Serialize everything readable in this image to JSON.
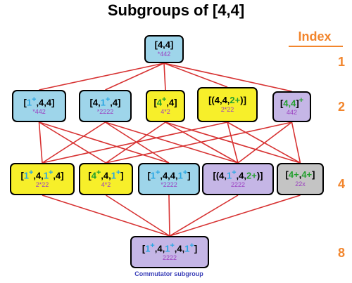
{
  "title": "Subgroups of [4,4]",
  "index_header": "Index",
  "index_levels": [
    "1",
    "2",
    "4",
    "8"
  ],
  "caption": "Commutator subgroup",
  "colors": {
    "line": "#d73232",
    "index": "#f2852c",
    "orbifold": "#9b3fc0",
    "plus_blue": "#2aa7e3",
    "plus_green": "#24a02e",
    "caption": "#3a3fb8",
    "node_blue": "#9ed5ea",
    "node_yellow": "#f7ef2a",
    "node_purple": "#c5b6e6",
    "node_gray": "#c4c4c4"
  },
  "nodes": [
    {
      "id": "n44",
      "level": "1",
      "fill": "#9ed5ea",
      "label": [
        {
          "t": "[4,4]",
          "c": ""
        }
      ],
      "orbifold": "*442"
    },
    {
      "id": "n1p44",
      "level": "2",
      "fill": "#9ed5ea",
      "label": [
        {
          "t": "[",
          "c": ""
        },
        {
          "t": "1",
          "c": "blue"
        },
        {
          "t": "+",
          "c": "blue",
          "sup": true
        },
        {
          "t": ",4,4]",
          "c": ""
        }
      ],
      "orbifold": "*442"
    },
    {
      "id": "n41p4",
      "level": "2",
      "fill": "#9ed5ea",
      "label": [
        {
          "t": "[4,",
          "c": ""
        },
        {
          "t": "1",
          "c": "blue"
        },
        {
          "t": "+",
          "c": "blue",
          "sup": true
        },
        {
          "t": ",4]",
          "c": ""
        }
      ],
      "orbifold": "*2222"
    },
    {
      "id": "n4p4",
      "level": "2",
      "fill": "#f7ef2a",
      "label": [
        {
          "t": "[",
          "c": ""
        },
        {
          "t": "4",
          "c": "green"
        },
        {
          "t": "+",
          "c": "green",
          "sup": true
        },
        {
          "t": ",4]",
          "c": ""
        }
      ],
      "orbifold": "4*2"
    },
    {
      "id": "n442p",
      "level": "2",
      "fill": "#f7ef2a",
      "label": [
        {
          "t": "[(4,4,",
          "c": ""
        },
        {
          "t": "2+",
          "c": "green"
        },
        {
          "t": ")]",
          "c": ""
        }
      ],
      "orbifold": "2*22"
    },
    {
      "id": "n44p",
      "level": "2",
      "fill": "#c5b6e6",
      "label": [
        {
          "t": "[",
          "c": ""
        },
        {
          "t": "4,4",
          "c": "green"
        },
        {
          "t": "]",
          "c": ""
        },
        {
          "t": "+",
          "c": "green",
          "sup": true
        }
      ],
      "orbifold": "442"
    },
    {
      "id": "n1p41p4",
      "level": "4",
      "fill": "#f7ef2a",
      "label": [
        {
          "t": "[",
          "c": ""
        },
        {
          "t": "1",
          "c": "blue"
        },
        {
          "t": "+",
          "c": "blue",
          "sup": true
        },
        {
          "t": ",4,",
          "c": ""
        },
        {
          "t": "1",
          "c": "blue"
        },
        {
          "t": "+",
          "c": "blue",
          "sup": true
        },
        {
          "t": ",4]",
          "c": ""
        }
      ],
      "orbifold": "2*22"
    },
    {
      "id": "n4p41p",
      "level": "4",
      "fill": "#f7ef2a",
      "label": [
        {
          "t": "[",
          "c": ""
        },
        {
          "t": "4",
          "c": "green"
        },
        {
          "t": "+",
          "c": "green",
          "sup": true
        },
        {
          "t": ",4,",
          "c": ""
        },
        {
          "t": "1",
          "c": "blue"
        },
        {
          "t": "+",
          "c": "blue",
          "sup": true
        },
        {
          "t": "]",
          "c": ""
        }
      ],
      "orbifold": "4*2"
    },
    {
      "id": "n1p441p",
      "level": "4",
      "fill": "#9ed5ea",
      "label": [
        {
          "t": "[",
          "c": ""
        },
        {
          "t": "1",
          "c": "blue"
        },
        {
          "t": "+",
          "c": "blue",
          "sup": true
        },
        {
          "t": ",4,4,",
          "c": ""
        },
        {
          "t": "1",
          "c": "blue"
        },
        {
          "t": "+",
          "c": "blue",
          "sup": true
        },
        {
          "t": "]",
          "c": ""
        }
      ],
      "orbifold": "*2222"
    },
    {
      "id": "n41p42p",
      "level": "4",
      "fill": "#c5b6e6",
      "label": [
        {
          "t": "[(4,",
          "c": ""
        },
        {
          "t": "1",
          "c": "blue"
        },
        {
          "t": "+",
          "c": "blue",
          "sup": true
        },
        {
          "t": ",4,",
          "c": ""
        },
        {
          "t": "2+",
          "c": "green"
        },
        {
          "t": ")]",
          "c": ""
        }
      ],
      "orbifold": "2222"
    },
    {
      "id": "n4p4p",
      "level": "4",
      "fill": "#c4c4c4",
      "label": [
        {
          "t": "[",
          "c": ""
        },
        {
          "t": "4+",
          "c": "green"
        },
        {
          "t": ",",
          "c": ""
        },
        {
          "t": "4+",
          "c": "green"
        },
        {
          "t": "]",
          "c": ""
        }
      ],
      "orbifold": "22x"
    },
    {
      "id": "ncomm",
      "level": "8",
      "fill": "#c5b6e6",
      "label": [
        {
          "t": "[",
          "c": ""
        },
        {
          "t": "1",
          "c": "blue"
        },
        {
          "t": "+",
          "c": "blue",
          "sup": true
        },
        {
          "t": ",4,",
          "c": ""
        },
        {
          "t": "1",
          "c": "blue"
        },
        {
          "t": "+",
          "c": "blue",
          "sup": true
        },
        {
          "t": ",4,",
          "c": ""
        },
        {
          "t": "1",
          "c": "blue"
        },
        {
          "t": "+",
          "c": "blue",
          "sup": true
        },
        {
          "t": "]",
          "c": ""
        }
      ],
      "orbifold": "2222"
    }
  ],
  "edges": [
    [
      "n44",
      "n1p44"
    ],
    [
      "n44",
      "n41p4"
    ],
    [
      "n44",
      "n4p4"
    ],
    [
      "n44",
      "n442p"
    ],
    [
      "n44",
      "n44p"
    ],
    [
      "n1p44",
      "n1p41p4"
    ],
    [
      "n1p44",
      "n4p41p"
    ],
    [
      "n1p44",
      "n1p441p"
    ],
    [
      "n41p4",
      "n1p41p4"
    ],
    [
      "n41p4",
      "n1p441p"
    ],
    [
      "n41p4",
      "n41p42p"
    ],
    [
      "n4p4",
      "n4p41p"
    ],
    [
      "n4p4",
      "n41p42p"
    ],
    [
      "n4p4",
      "n4p4p"
    ],
    [
      "n442p",
      "n1p41p4"
    ],
    [
      "n442p",
      "n41p42p"
    ],
    [
      "n442p",
      "n4p4p"
    ],
    [
      "n44p",
      "n4p41p"
    ],
    [
      "n44p",
      "n41p42p"
    ],
    [
      "n44p",
      "n4p4p"
    ],
    [
      "n1p41p4",
      "ncomm"
    ],
    [
      "n4p41p",
      "ncomm"
    ],
    [
      "n1p441p",
      "ncomm"
    ],
    [
      "n41p42p",
      "ncomm"
    ],
    [
      "n4p4p",
      "ncomm"
    ]
  ]
}
